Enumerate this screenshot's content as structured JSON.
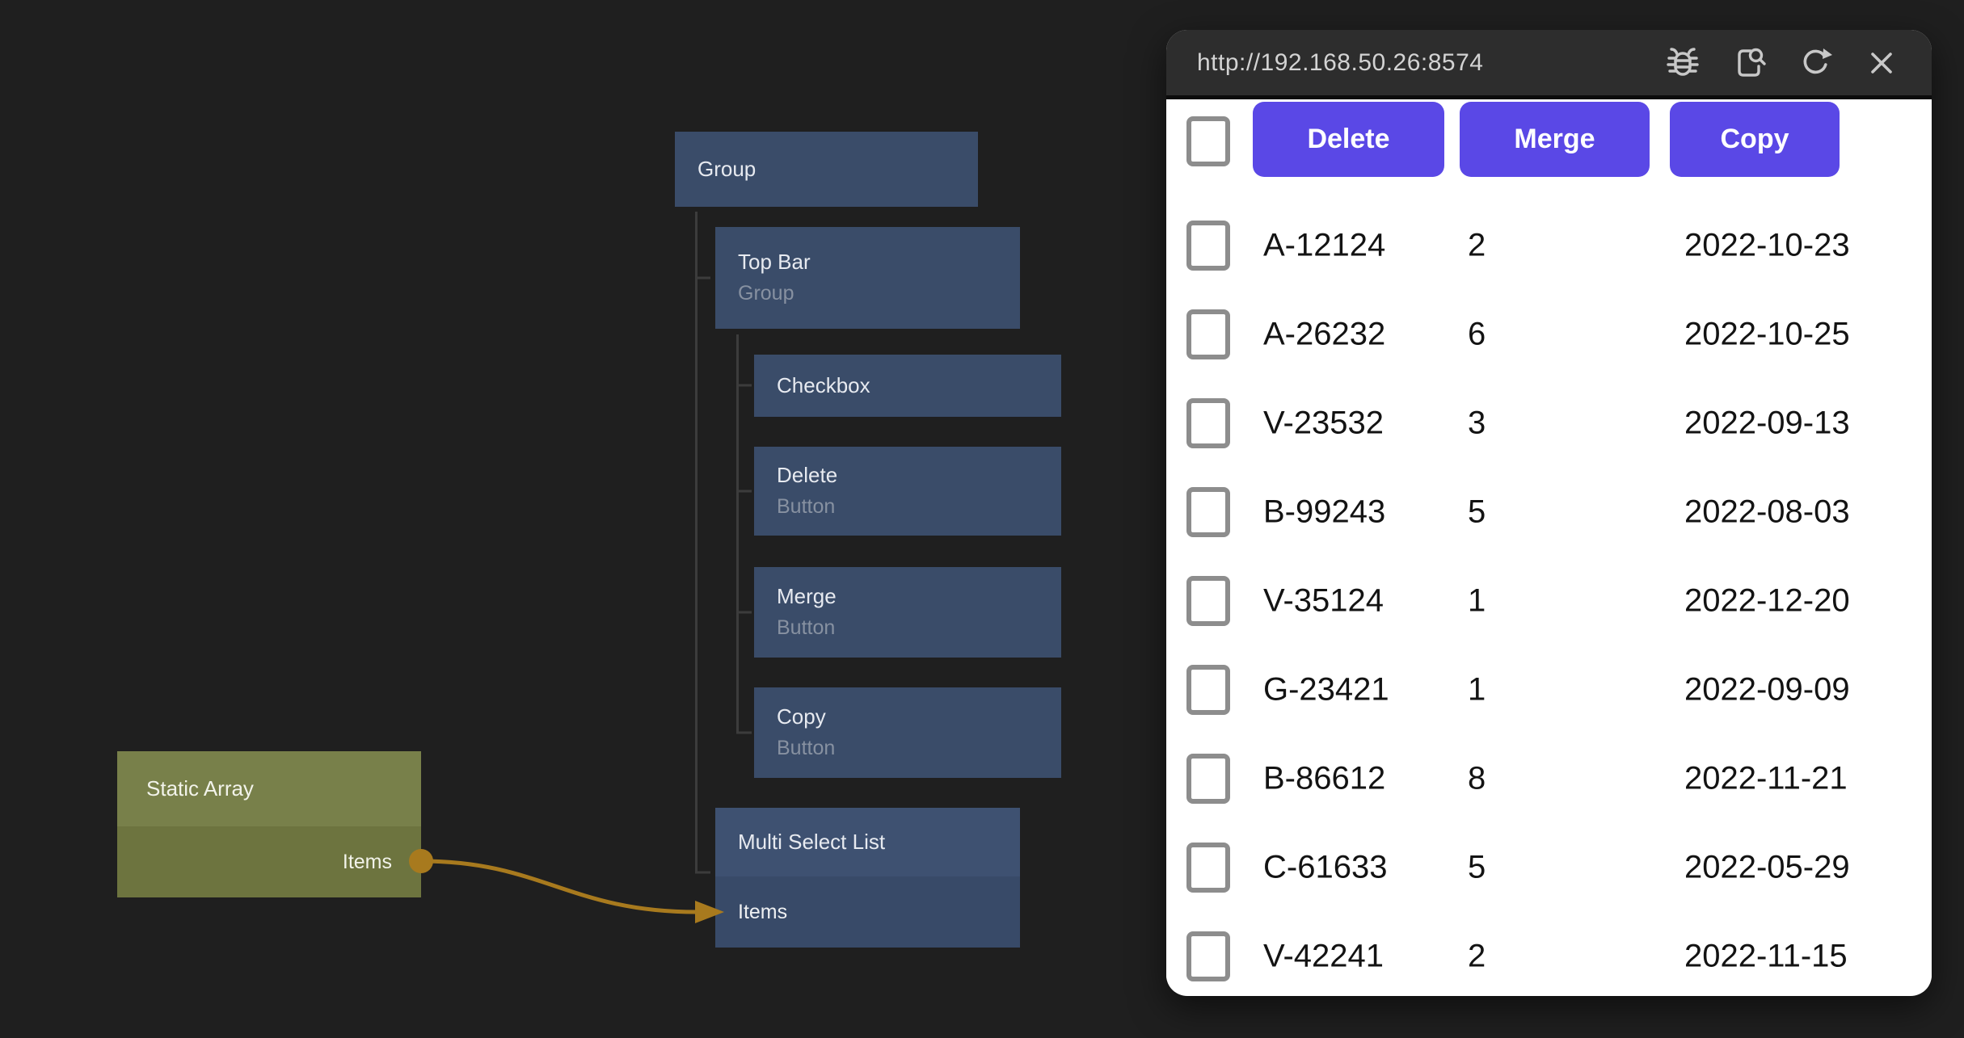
{
  "editor": {
    "nodes": {
      "group": {
        "title": "Group"
      },
      "top_bar": {
        "title": "Top Bar",
        "subtitle": "Group"
      },
      "checkbox": {
        "title": "Checkbox"
      },
      "delete": {
        "title": "Delete",
        "subtitle": "Button"
      },
      "merge": {
        "title": "Merge",
        "subtitle": "Button"
      },
      "copy": {
        "title": "Copy",
        "subtitle": "Button"
      },
      "multi_select_list": {
        "title": "Multi Select List",
        "input_port": "Items"
      },
      "static_array": {
        "title": "Static Array",
        "output_port": "Items"
      }
    }
  },
  "preview": {
    "url": "http://192.168.50.26:8574",
    "icons": [
      "debug-bug",
      "inspect-page",
      "refresh",
      "close"
    ],
    "toolbar": {
      "delete": "Delete",
      "merge": "Merge",
      "copy": "Copy"
    },
    "rows": [
      {
        "id": "A-12124",
        "qty": "2",
        "date": "2022-10-23"
      },
      {
        "id": "A-26232",
        "qty": "6",
        "date": "2022-10-25"
      },
      {
        "id": "V-23532",
        "qty": "3",
        "date": "2022-09-13"
      },
      {
        "id": "B-99243",
        "qty": "5",
        "date": "2022-08-03"
      },
      {
        "id": "V-35124",
        "qty": "1",
        "date": "2022-12-20"
      },
      {
        "id": "G-23421",
        "qty": "1",
        "date": "2022-09-09"
      },
      {
        "id": "B-86612",
        "qty": "8",
        "date": "2022-11-21"
      },
      {
        "id": "C-61633",
        "qty": "5",
        "date": "2022-05-29"
      },
      {
        "id": "V-42241",
        "qty": "2",
        "date": "2022-11-15"
      }
    ]
  },
  "colors": {
    "canvas_bg": "#1f1f1f",
    "node_blue": "#3a4c69",
    "node_blue_light": "#3e5171",
    "node_olive": "#78804a",
    "wire_gold": "#a87a1e",
    "accent_purple": "#5a48e6",
    "window_header": "#2d2d2d"
  }
}
